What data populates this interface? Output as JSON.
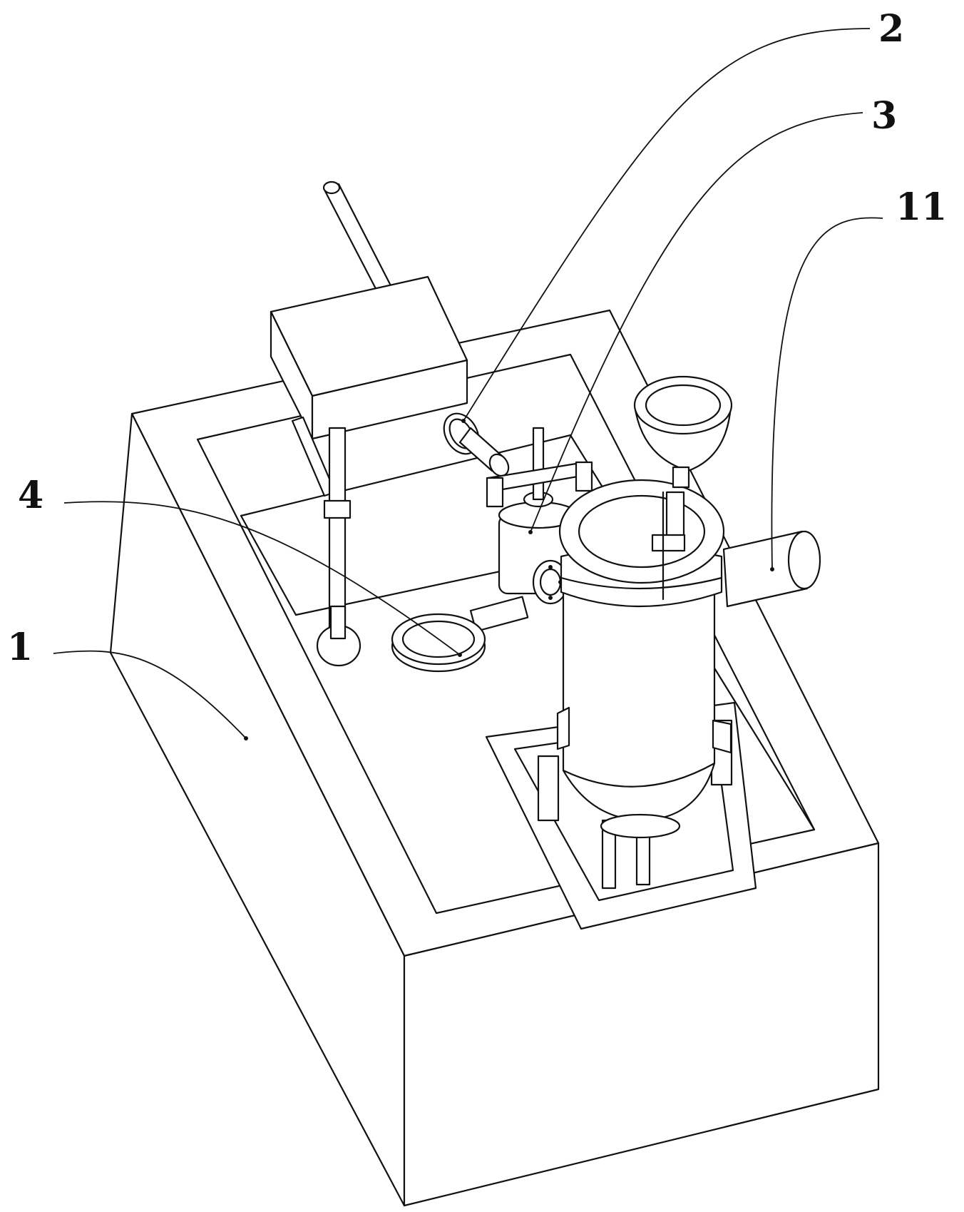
{
  "figure": {
    "labels": [
      {
        "id": "1",
        "text": "1"
      },
      {
        "id": "2",
        "text": "2"
      },
      {
        "id": "3",
        "text": "3"
      },
      {
        "id": "4",
        "text": "4"
      },
      {
        "id": "11",
        "text": "11"
      }
    ]
  }
}
